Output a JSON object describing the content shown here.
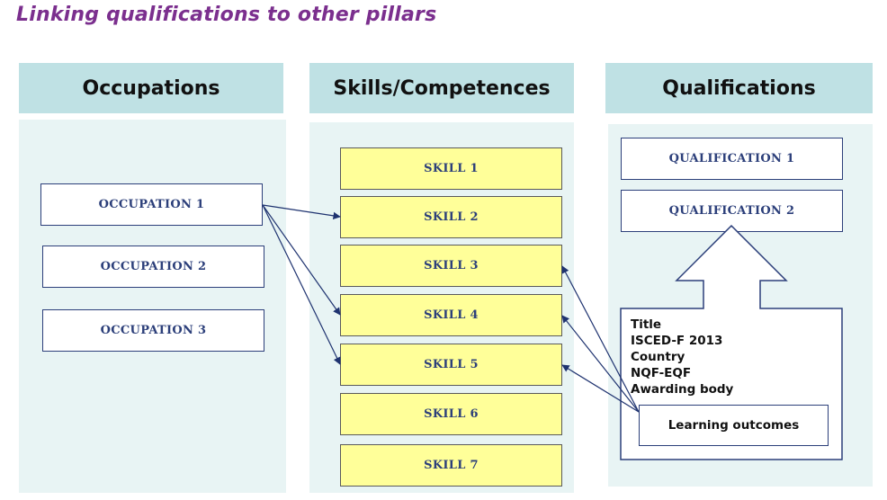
{
  "title": "Linking qualifications to other pillars",
  "columns": {
    "occupations": {
      "header": "Occupations",
      "items": [
        "OCCUPATION 1",
        "OCCUPATION 2",
        "OCCUPATION 3"
      ]
    },
    "skills": {
      "header": "Skills/Competences",
      "items": [
        "SKILL 1",
        "SKILL 2",
        "SKILL 3",
        "SKILL 4",
        "SKILL 5",
        "SKILL 6",
        "SKILL 7"
      ]
    },
    "qualifications": {
      "header": "Qualifications",
      "items": [
        "QUALIFICATION 1",
        "QUALIFICATION 2"
      ],
      "details": [
        "Title",
        "ISCED-F 2013",
        "Country",
        "NQF-EQF",
        "Awarding body"
      ],
      "learning_outcomes": "Learning outcomes"
    }
  },
  "links": [
    {
      "from": "OCCUPATION 1",
      "to": "SKILL 2"
    },
    {
      "from": "OCCUPATION 1",
      "to": "SKILL 4"
    },
    {
      "from": "OCCUPATION 1",
      "to": "SKILL 5"
    },
    {
      "from": "Learning outcomes",
      "to": "SKILL 3"
    },
    {
      "from": "Learning outcomes",
      "to": "SKILL 4"
    },
    {
      "from": "Learning outcomes",
      "to": "SKILL 5"
    }
  ],
  "colors": {
    "title": "#7b2f8e",
    "header_bg": "#bfe1e4",
    "column_bg": "#e8f4f4",
    "box_border": "#2c3f7a",
    "skill_fill": "#ffff99",
    "arrow": "#1f3370"
  }
}
